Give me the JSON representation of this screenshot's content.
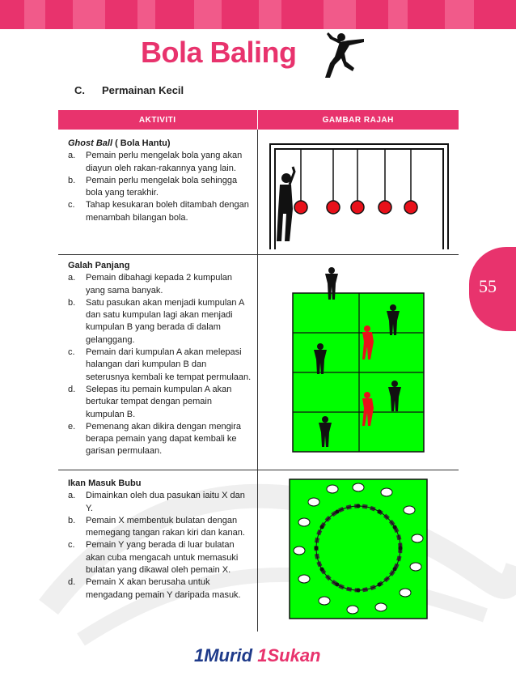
{
  "header": {
    "title": "Bola Baling",
    "icon": "handball-player-icon"
  },
  "section": {
    "letter": "C.",
    "label": "Permainan Kecil"
  },
  "table": {
    "col1": "AKTIVITI",
    "col2": "GAMBAR RAJAH",
    "rows": [
      {
        "title": "Ghost Ball",
        "title_suffix": " ( Bola Hantu)",
        "items": [
          {
            "lbl": "a.",
            "txt": "Pemain perlu mengelak bola yang akan diayun oleh rakan-rakannya yang lain."
          },
          {
            "lbl": "b.",
            "txt": "Pemain perlu mengelak bola sehingga bola yang terakhir."
          },
          {
            "lbl": "c.",
            "txt": "Tahap kesukaran boleh ditambah dengan menambah bilangan bola."
          }
        ]
      },
      {
        "title": "Galah Panjang",
        "items": [
          {
            "lbl": "a.",
            "txt": "Pemain dibahagi kepada 2 kumpulan yang sama banyak."
          },
          {
            "lbl": "b.",
            "txt": "Satu pasukan akan menjadi kumpulan A dan satu kumpulan lagi akan menjadi kumpulan B yang berada di dalam gelanggang."
          },
          {
            "lbl": "c.",
            "txt": "Pemain dari kumpulan A akan melepasi halangan dari kumpulan B dan seterusnya kembali ke tempat permulaan."
          },
          {
            "lbl": "d.",
            "txt": "Selepas itu pemain kumpulan A akan bertukar tempat dengan pemain kumpulan B."
          },
          {
            "lbl": "e.",
            "txt": "Pemenang akan dikira dengan mengira berapa pemain yang dapat kembali ke garisan permulaan."
          }
        ]
      },
      {
        "title": "Ikan Masuk Bubu",
        "items": [
          {
            "lbl": "a.",
            "txt": "Dimainkan oleh dua pasukan iaitu X dan Y."
          },
          {
            "lbl": "b.",
            "txt": "Pemain X membentuk bulatan dengan memegang tangan rakan kiri dan kanan."
          },
          {
            "lbl": "c.",
            "txt": "Pemain Y yang berada di luar bulatan akan cuba mengacah untuk memasuki bulatan yang dikawal oleh pemain X."
          },
          {
            "lbl": "d.",
            "txt": "Pemain X akan berusaha untuk mengadang pemain Y daripada masuk."
          }
        ]
      }
    ]
  },
  "page_number": "55",
  "footer": {
    "logo_part1": "1Murid ",
    "logo_part2": "1Sukan"
  },
  "colors": {
    "accent": "#e8336d",
    "field": "#00ff00",
    "ball": "#e8111a"
  }
}
